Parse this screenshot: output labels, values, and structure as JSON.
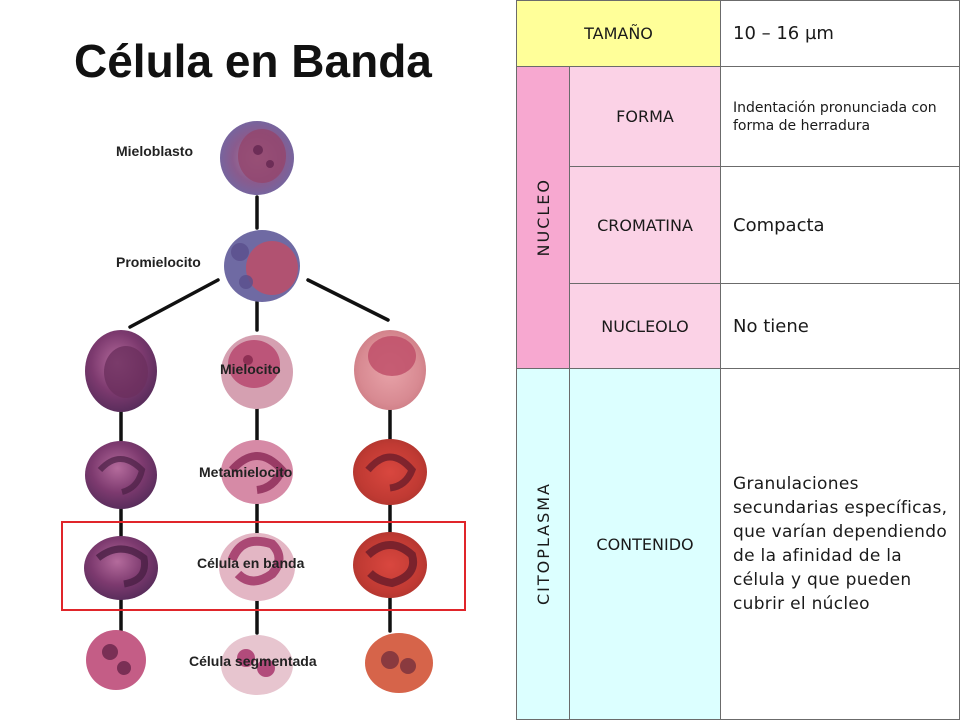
{
  "title": "Célula en Banda",
  "stages": {
    "mieloblasto": "Mieloblasto",
    "promielocito": "Promielocito",
    "mielocito": "Mielocito",
    "metamielocito": "Metamielocito",
    "banda": "Célula en banda",
    "segmentada": "Célula segmentada"
  },
  "table": {
    "size_label": "TAMAÑO",
    "size_value": "10 – 16 µm",
    "nucleo_label": "NUCLEO",
    "forma_label": "FORMA",
    "forma_value": "Indentación pronunciada con forma de herradura",
    "cromatina_label": "CROMATINA",
    "cromatina_value": "Compacta",
    "nucleolo_label": "NUCLEOLO",
    "nucleolo_value": "No tiene",
    "citoplasma_label": "CITOPLASMA",
    "contenido_label": "CONTENIDO",
    "contenido_value": "Granulaciones secundarias específicas, que varían dependiendo de la afinidad de la célula y que pueden cubrir el núcleo"
  },
  "colors": {
    "header_yellow": "#ffff99",
    "nucleo_pink": "#f7a8d0",
    "nucleo_light": "#fbd2e6",
    "citoplasma_cyan": "#dcffff",
    "highlight_red": "#e0252a"
  }
}
